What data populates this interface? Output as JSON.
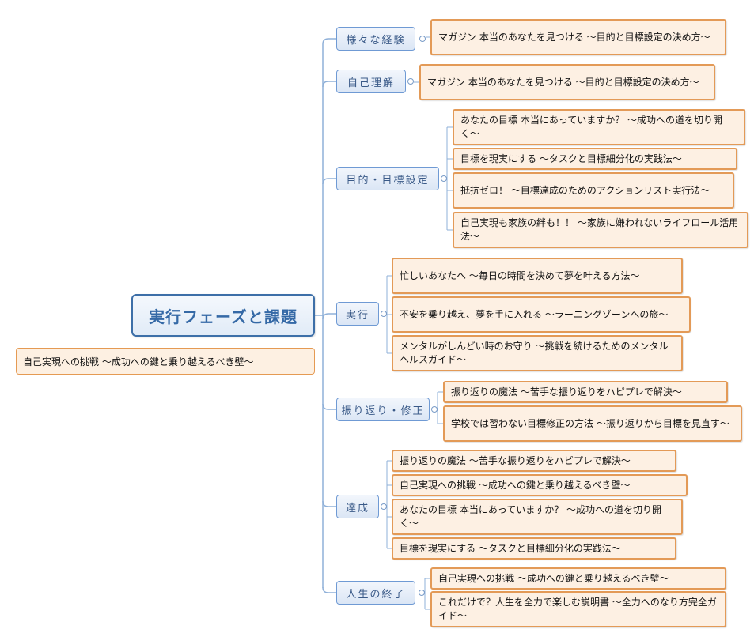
{
  "central": "実行フェーズと課題",
  "floating": "自己実現への挑戦 〜成功への鍵と乗り越えるべき壁〜",
  "branches": [
    {
      "label": "様々な経験",
      "items": [
        "マガジン 本当のあなたを見つける 〜目的と目標設定の決め方〜"
      ]
    },
    {
      "label": "自己理解",
      "items": [
        "マガジン 本当のあなたを見つける 〜目的と目標設定の決め方〜"
      ]
    },
    {
      "label": "目的・目標設定",
      "items": [
        "あなたの目標 本当にあっていますか？ 〜成功への道を切り開く〜",
        "目標を現実にする 〜タスクと目標細分化の実践法〜",
        "抵抗ゼロ！ 〜目標達成のためのアクションリスト実行法〜",
        "自己実現も家族の絆も！！ 〜家族に嫌われないライフロール活用法〜"
      ]
    },
    {
      "label": "実行",
      "items": [
        "忙しいあなたへ 〜毎日の時間を決めて夢を叶える方法〜",
        "不安を乗り越え、夢を手に入れる 〜ラーニングゾーンへの旅〜",
        "メンタルがしんどい時のお守り 〜挑戦を続けるためのメンタルヘルスガイド〜"
      ]
    },
    {
      "label": "振り返り・修正",
      "items": [
        "振り返りの魔法 〜苦手な振り返りをハピプレで解決〜",
        "学校では習わない目標修正の方法 〜振り返りから目標を見直す〜"
      ]
    },
    {
      "label": "達成",
      "items": [
        "振り返りの魔法 〜苦手な振り返りをハピプレで解決〜",
        "自己実現への挑戦 〜成功への鍵と乗り越えるべき壁〜",
        "あなたの目標 本当にあっていますか？ 〜成功への道を切り開く〜",
        "目標を現実にする 〜タスクと目標細分化の実践法〜"
      ]
    },
    {
      "label": "人生の終了",
      "items": [
        "自己実現への挑戦 〜成功への鍵と乗り越えるべき壁〜",
        "これだけで？人生を全力で楽しむ説明書 〜全力へのなり方完全ガイド〜"
      ]
    }
  ],
  "colors": {
    "branch_border": "#6f9ad4",
    "leaf_border": "#e39a57",
    "leaf_fill": "#fdf0e3",
    "central_text": "#3569a6"
  }
}
